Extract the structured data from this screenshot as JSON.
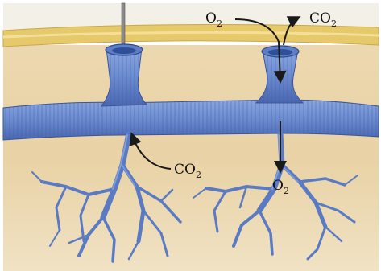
{
  "labels": {
    "o2_in": {
      "base": "O",
      "sub": "2"
    },
    "co2_out": {
      "base": "CO",
      "sub": "2"
    },
    "co2_branch": {
      "base": "CO",
      "sub": "2"
    },
    "o2_branch": {
      "base": "O",
      "sub": "2"
    }
  },
  "colors": {
    "soil": "#e7d1a6",
    "soil_light": "#f1e3c6",
    "cuticle": "#e9cf72",
    "tube": "#6f8fd2",
    "tube_dark": "#3f5fa8",
    "tube_light": "#9fb6e6",
    "arrow": "#1a1a1a"
  }
}
